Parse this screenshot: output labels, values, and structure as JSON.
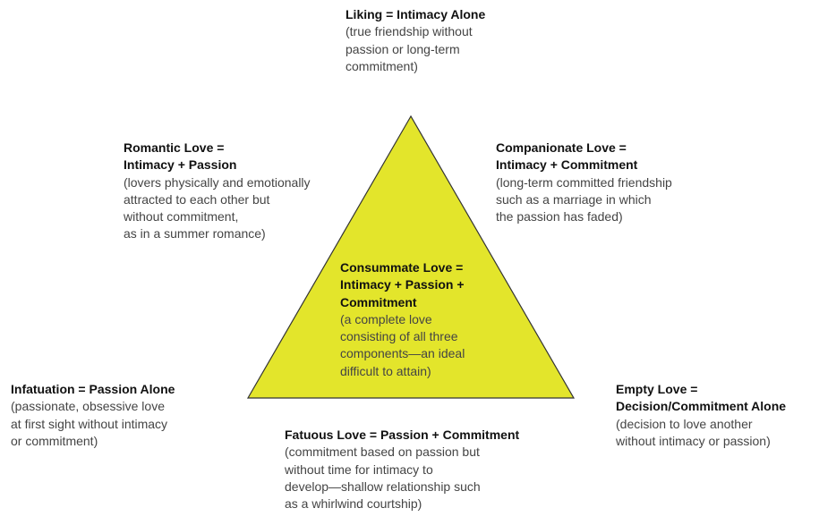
{
  "triangle_color": "#e3e52b",
  "liking": {
    "title": [
      "Liking = Intimacy Alone"
    ],
    "desc": [
      "(true friendship without",
      "passion or long-term",
      "commitment)"
    ]
  },
  "romantic": {
    "title": [
      "Romantic Love =",
      "Intimacy + Passion"
    ],
    "desc": [
      "(lovers physically and emotionally",
      "attracted to each other but",
      "without commitment,",
      "as in a summer romance)"
    ]
  },
  "companionate": {
    "title": [
      "Companionate Love =",
      "Intimacy + Commitment"
    ],
    "desc": [
      "(long-term committed friendship",
      "such as a marriage in which",
      "the passion has faded)"
    ]
  },
  "consummate": {
    "title": [
      "Consummate Love =",
      "Intimacy + Passion +",
      "Commitment"
    ],
    "desc": [
      "(a complete love",
      "consisting of all three",
      "components—an ideal",
      "difficult to attain)"
    ]
  },
  "infatuation": {
    "title": [
      "Infatuation = Passion Alone"
    ],
    "desc": [
      "(passionate, obsessive love",
      "at first sight without intimacy",
      "or commitment)"
    ]
  },
  "empty": {
    "title": [
      "Empty Love =",
      "Decision/Commitment Alone"
    ],
    "desc": [
      "(decision to love another",
      "without intimacy or passion)"
    ]
  },
  "fatuous": {
    "title": [
      "Fatuous Love = Passion + Commitment"
    ],
    "desc": [
      "(commitment based on passion but",
      "without time for intimacy to",
      "develop—shallow relationship such",
      "as a whirlwind courtship)"
    ]
  }
}
